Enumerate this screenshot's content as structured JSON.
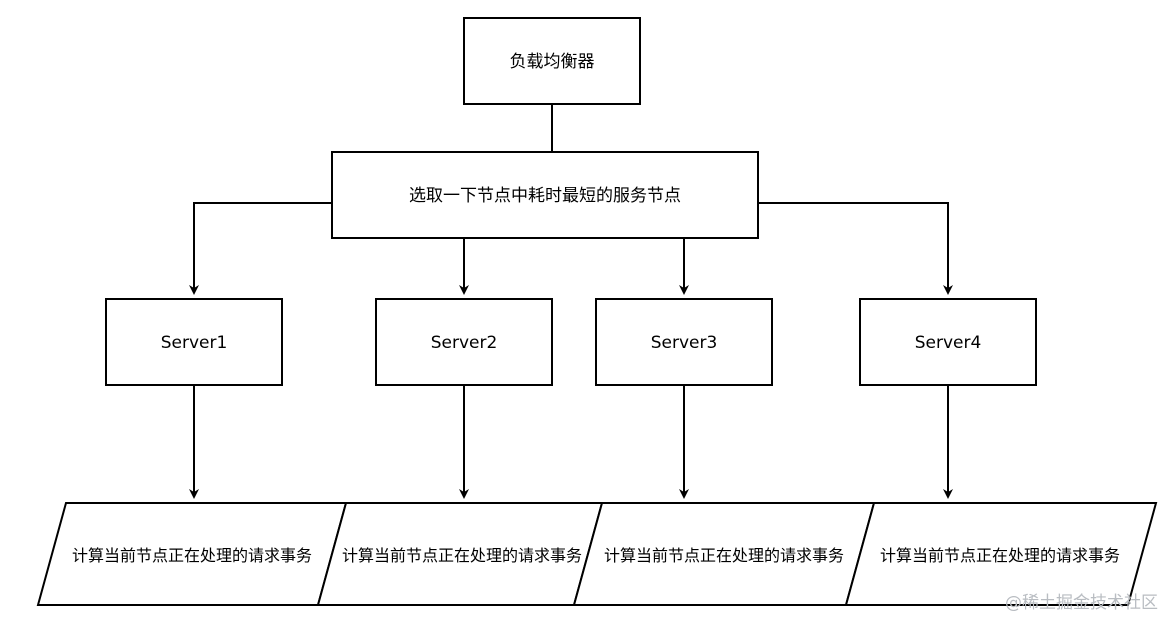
{
  "diagram": {
    "load_balancer": "负载均衡器",
    "selector": "选取一下节点中耗时最短的服务节点",
    "servers": [
      "Server1",
      "Server2",
      "Server3",
      "Server4"
    ],
    "tasks": [
      "计算当前节点正在处理的请求事务",
      "计算当前节点正在处理的请求事务",
      "计算当前节点正在处理的请求事务",
      "计算当前节点正在处理的请求事务"
    ]
  },
  "watermark": "@稀土掘金技术社区"
}
